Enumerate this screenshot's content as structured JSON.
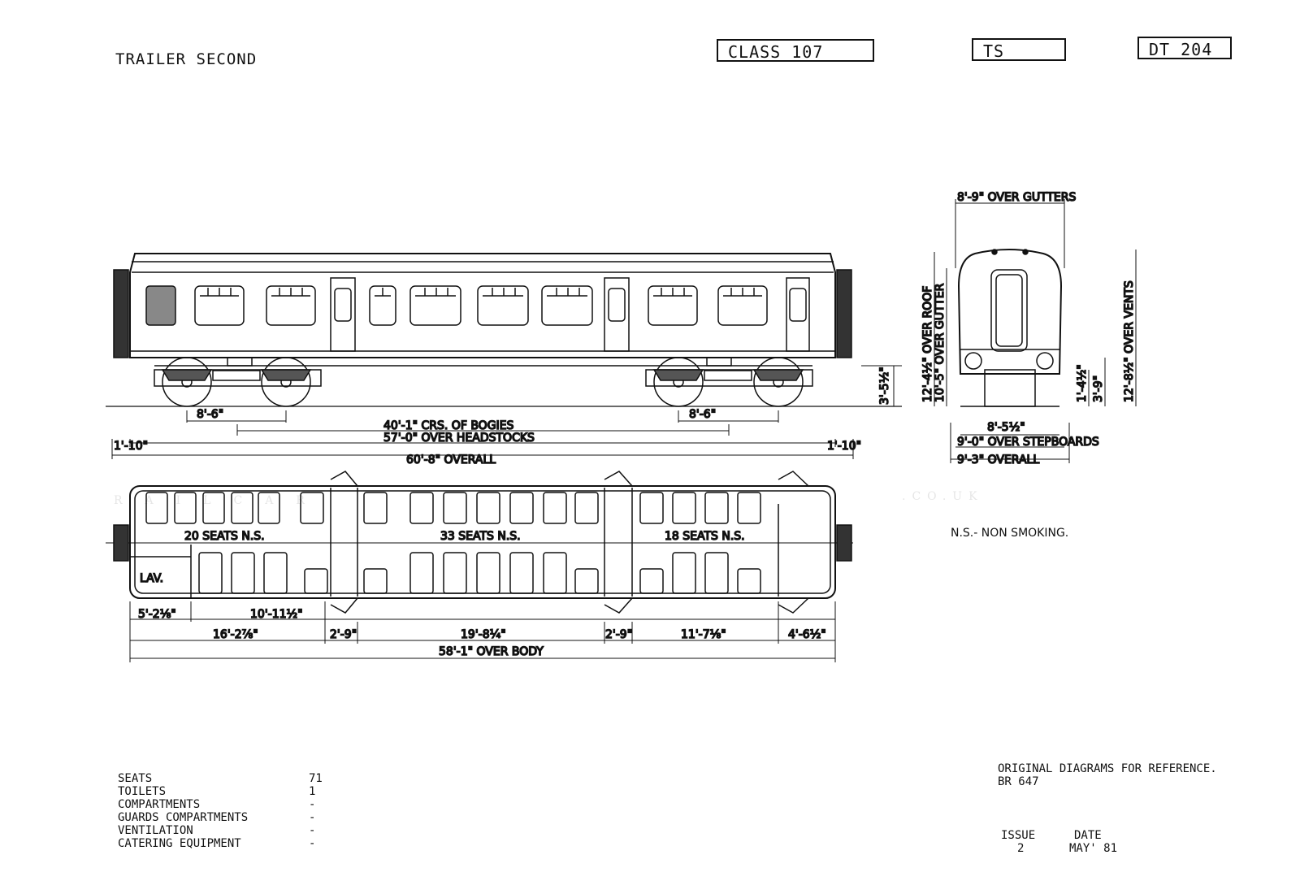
{
  "header": {
    "title": "TRAILER SECOND",
    "class_box": "CLASS 107",
    "type_box": "TS",
    "diagram_box": "DT 204"
  },
  "watermark": {
    "main": "RAILCAR",
    "suffix": ".CO.UK"
  },
  "side_view": {
    "dims": {
      "bogie_wb_left": "8'-6\"",
      "bogie_wb_right": "8'-6\"",
      "bogie_centres": "40'-1\" CRS. OF BOGIES",
      "headstocks": "57'-0\" OVER HEADSTOCKS",
      "overall": "60'-8\" OVERALL",
      "buffer_left": "1'-10\"",
      "buffer_right": "1'-10\"",
      "floor_height": "3'-5½\""
    }
  },
  "end_view": {
    "dims": {
      "gutters": "8'-9\" OVER GUTTERS",
      "over_roof": "12'-4½\" OVER ROOF",
      "over_gutter": "10'-5\" OVER GUTTER",
      "over_vents": "12'-8½\" OVER VENTS",
      "step_1": "1'-4½\"",
      "step_2": "3'-9\"",
      "width_body": "8'-5½\"",
      "stepboards": "9'-0\" OVER STEPBOARDS",
      "overall": "9'-3\" OVERALL"
    }
  },
  "plan_view": {
    "labels": {
      "lav": "LAV.",
      "seats_a": "20 SEATS N.S.",
      "seats_b": "33 SEATS N.S.",
      "seats_c": "18 SEATS N.S."
    },
    "dims": {
      "d1": "5'-2⅛\"",
      "d2": "10'-11½\"",
      "d3": "16'-2⅞\"",
      "d4": "2'-9\"",
      "d5": "19'-8¼\"",
      "d6": "2'-9\"",
      "d7": "11'-7⅛\"",
      "d8": "4'-6½\"",
      "body": "58'-1\" OVER BODY"
    }
  },
  "legend_note": "N.S.- NON SMOKING.",
  "stats": [
    {
      "label": "SEATS",
      "value": "71"
    },
    {
      "label": "TOILETS",
      "value": "1"
    },
    {
      "label": "COMPARTMENTS",
      "value": "-"
    },
    {
      "label": "GUARDS COMPARTMENTS",
      "value": "-"
    },
    {
      "label": "VENTILATION",
      "value": "-"
    },
    {
      "label": "CATERING EQUIPMENT",
      "value": "-"
    }
  ],
  "reference": {
    "line1": "ORIGINAL DIAGRAMS FOR REFERENCE.",
    "line2": "BR 647",
    "issue_label": "ISSUE",
    "issue_value": "2",
    "date_label": "DATE",
    "date_value": "MAY' 81"
  }
}
